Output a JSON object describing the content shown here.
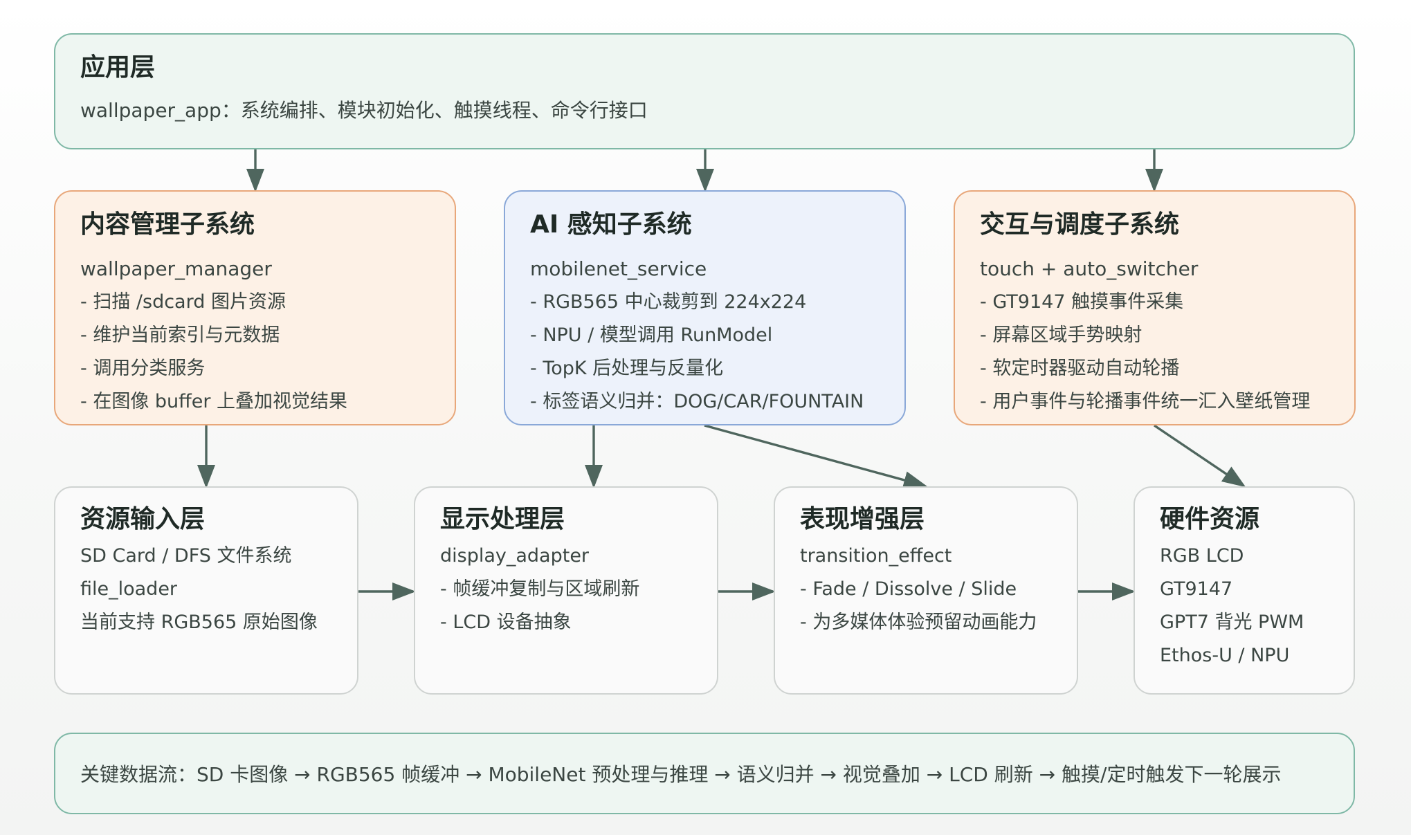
{
  "app_layer": {
    "title": "应用层",
    "desc": "wallpaper_app：系统编排、模块初始化、触摸线程、命令行接口"
  },
  "subsystems": [
    {
      "title": "内容管理子系统",
      "module": "wallpaper_manager",
      "items": [
        "- 扫描 /sdcard 图片资源",
        "- 维护当前索引与元数据",
        "- 调用分类服务",
        "- 在图像 buffer 上叠加视觉结果"
      ]
    },
    {
      "title": "AI 感知子系统",
      "module": "mobilenet_service",
      "items": [
        "- RGB565 中心裁剪到 224x224",
        "- NPU / 模型调用 RunModel",
        "- TopK 后处理与反量化",
        "- 标签语义归并：DOG/CAR/FOUNTAIN"
      ]
    },
    {
      "title": "交互与调度子系统",
      "module": "touch + auto_switcher",
      "items": [
        "- GT9147 触摸事件采集",
        "- 屏幕区域手势映射",
        "- 软定时器驱动自动轮播",
        "- 用户事件与轮播事件统一汇入壁纸管理"
      ]
    }
  ],
  "layers": [
    {
      "title": "资源输入层",
      "lines": [
        "SD Card / DFS 文件系统",
        "file_loader",
        "当前支持 RGB565 原始图像"
      ]
    },
    {
      "title": "显示处理层",
      "lines": [
        "display_adapter",
        "- 帧缓冲复制与区域刷新",
        "- LCD 设备抽象"
      ]
    },
    {
      "title": "表现增强层",
      "lines": [
        "transition_effect",
        "- Fade / Dissolve / Slide",
        "- 为多媒体体验预留动画能力"
      ]
    },
    {
      "title": "硬件资源",
      "lines": [
        "RGB LCD",
        "GT9147",
        "GPT7 背光 PWM",
        "Ethos-U / NPU"
      ]
    }
  ],
  "data_flow": "关键数据流：SD 卡图像 → RGB565 帧缓冲 → MobileNet 预处理与推理 → 语义归并 → 视觉叠加 → LCD 刷新 → 触摸/定时触发下一轮展示",
  "colors": {
    "arrow": "#4f665e",
    "green_fill": "#eef6f2",
    "green_border": "#7fb8a6",
    "orange_fill": "#fdf1e6",
    "orange_border": "#e8a77a",
    "blue_fill": "#edf2fb",
    "blue_border": "#8aa8d8",
    "gray_fill": "#fafafa",
    "gray_border": "#cfd3d1"
  }
}
